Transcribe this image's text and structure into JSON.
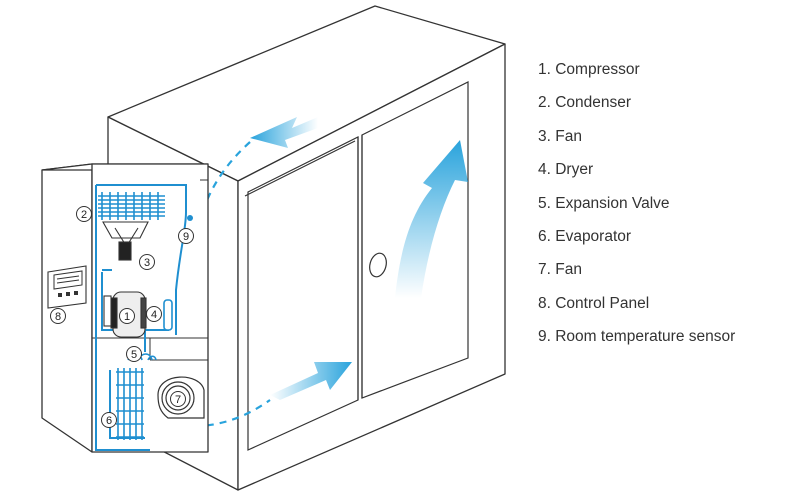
{
  "legend": [
    "1. Compressor",
    "2. Condenser",
    "3. Fan",
    "4. Dryer",
    "5. Expansion Valve",
    "6. Evaporator",
    "7. Fan",
    "8. Control Panel",
    "9. Room temperature sensor"
  ],
  "markers": [
    "1",
    "2",
    "3",
    "4",
    "5",
    "6",
    "7",
    "8",
    "9"
  ],
  "colors": {
    "pipe": "#1f8fd0",
    "airflow": "#29a3dc",
    "outline": "#333333",
    "panel_fill": "#ffffff"
  }
}
